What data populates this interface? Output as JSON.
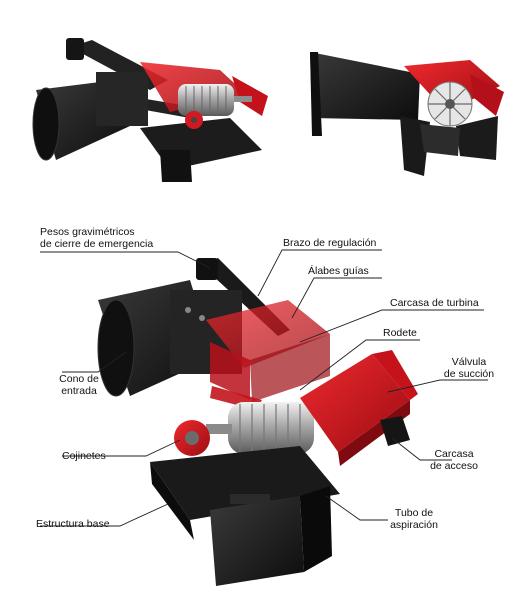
{
  "labels": {
    "pesos": [
      "Pesos gravimétricos",
      "de cierre de emergencia"
    ],
    "brazo": "Brazo de regulación",
    "alabes": "Álabes guías",
    "carcasa_turbina": "Carcasa de turbina",
    "rodete": "Rodete",
    "valvula": [
      "Válvula",
      "de succión"
    ],
    "cono": [
      "Cono de",
      "entrada"
    ],
    "cojinetes": "Cojinetes",
    "carcasa_acceso": [
      "Carcasa",
      "de acceso"
    ],
    "estructura": "Estructura base",
    "tubo": [
      "Tubo de",
      "aspiración"
    ]
  },
  "colors": {
    "red": "#d8141c",
    "dark_red": "#8e0a10",
    "black": "#1a1a1a",
    "grey": "#8c8c8c",
    "light_grey": "#c9c9c9"
  }
}
